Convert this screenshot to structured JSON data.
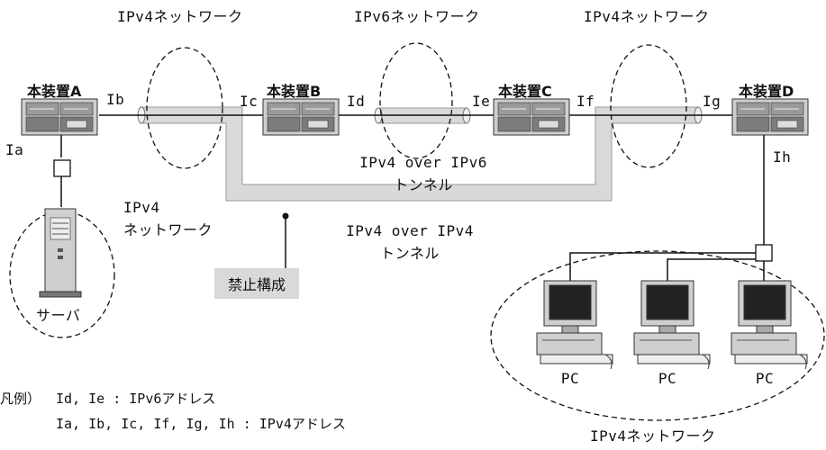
{
  "networks": {
    "top_left": "IPv4ネットワーク",
    "top_middle": "IPv6ネットワーク",
    "top_right": "IPv4ネットワーク",
    "left": [
      "IPv4",
      "ネットワーク"
    ],
    "bottom_right": "IPv4ネットワーク"
  },
  "devices": {
    "a": "本装置A",
    "b": "本装置B",
    "c": "本装置C",
    "d": "本装置D"
  },
  "interfaces": {
    "ia": "Ia",
    "ib": "Ib",
    "ic": "Ic",
    "id": "Id",
    "ie": "Ie",
    "if": "If",
    "ig": "Ig",
    "ih": "Ih"
  },
  "tunnels": {
    "v4_over_v6": [
      "IPv4 over IPv6",
      "トンネル"
    ],
    "v4_over_v4": [
      "IPv4 over IPv4",
      "トンネル"
    ]
  },
  "forbidden": "禁止構成",
  "server": "サーバ",
  "pcs": [
    "PC",
    "PC",
    "PC"
  ],
  "legend": {
    "prefix": "凡例）",
    "line1": "Id, Ie : IPv6アドレス",
    "line2": "Ia, Ib, Ic, If, Ig, Ih : IPv4アドレス"
  }
}
